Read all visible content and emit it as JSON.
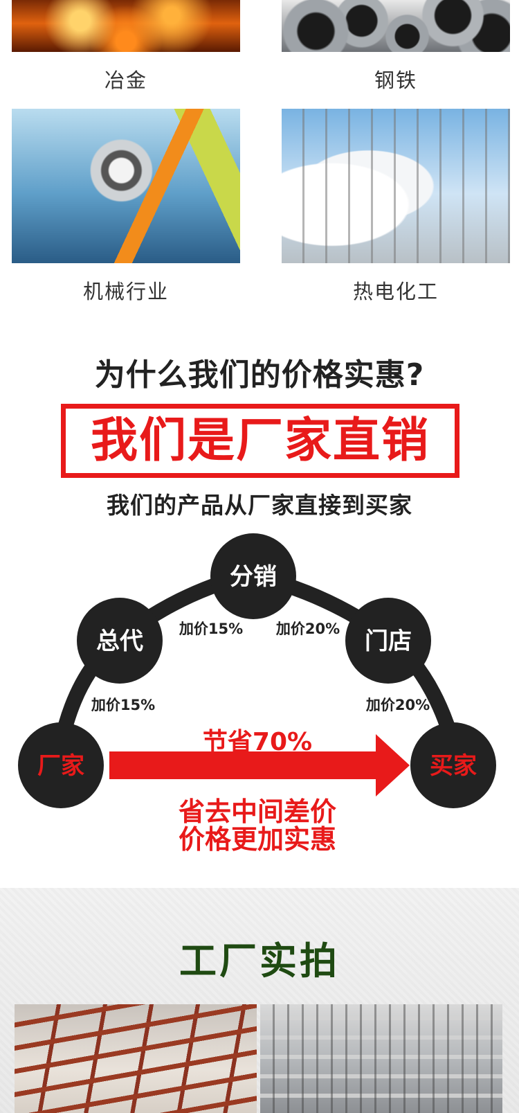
{
  "industries": [
    {
      "label": "冶金"
    },
    {
      "label": "钢铁"
    },
    {
      "label": "机械行业"
    },
    {
      "label": "热电化工"
    }
  ],
  "why": {
    "title": "为什么我们的价格实惠?",
    "banner": "我们是厂家直销",
    "subtitle": "我们的产品从厂家直接到买家"
  },
  "diagram": {
    "nodes": {
      "factory": "厂家",
      "general_agent": "总代",
      "distribution": "分销",
      "store": "门店",
      "buyer": "买家"
    },
    "markups": {
      "factory_to_general": "加价15%",
      "general_to_distribution": "加价15%",
      "distribution_to_store": "加价20%",
      "store_to_buyer": "加价20%"
    },
    "savings": "节省70%",
    "slogan_line1": "省去中间差价",
    "slogan_line2": "价格更加实惠",
    "colors": {
      "node": "#222222",
      "accent": "#e81a1a",
      "highlight_text": "#e81a1a"
    }
  },
  "factory": {
    "title": "工厂实拍"
  }
}
